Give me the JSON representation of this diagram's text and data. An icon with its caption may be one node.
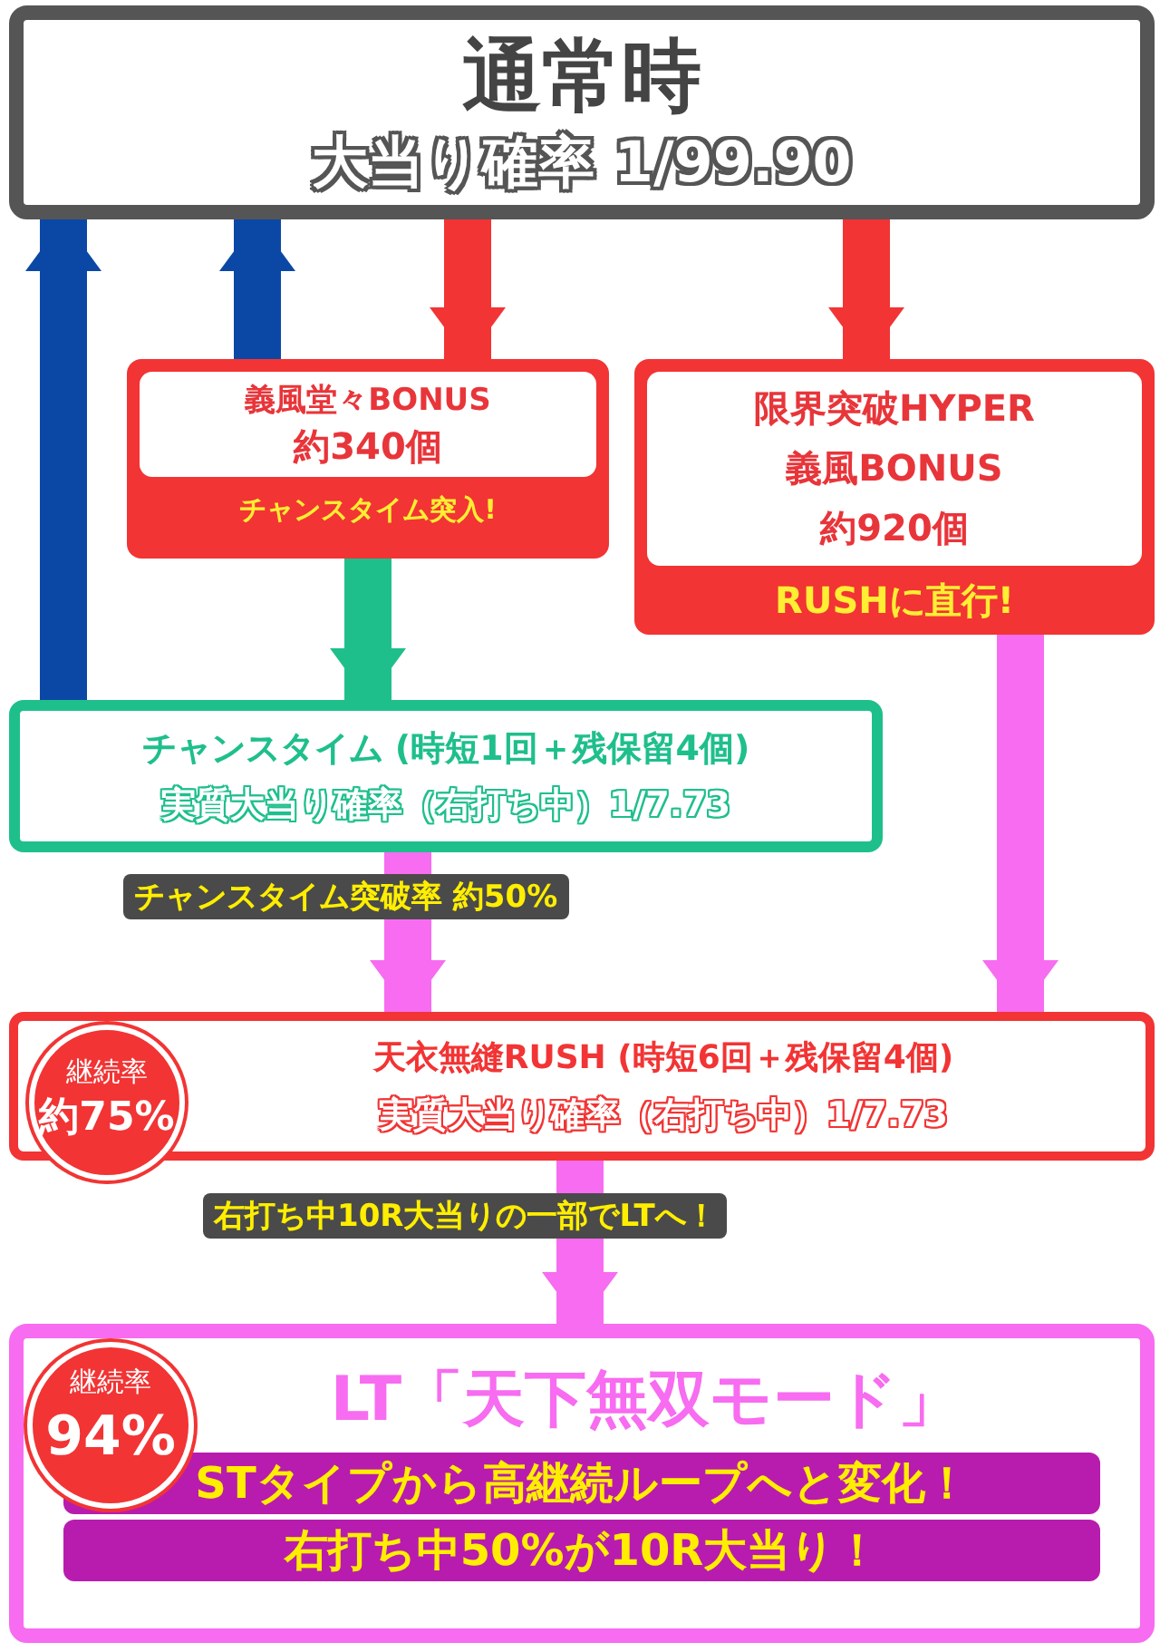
{
  "diagram": {
    "nodes": [
      {
        "text": [
          "通常時",
          "大当り確率 1/99.90"
        ]
      },
      {
        "text": [
          "義風堂々BONUS",
          "約340個",
          "チャンスタイム突入!"
        ]
      },
      {
        "text": [
          "限界突破HYPER",
          "義風BONUS",
          "約920個",
          "RUSHに直行!"
        ]
      },
      {
        "text": [
          "チャンスタイム (時短1回＋残保留4個)",
          "実質大当り確率（右打ち中）1/7.73"
        ]
      },
      {
        "text": [
          "天衣無縫RUSH (時短6回＋残保留4個)",
          "実質大当り確率（右打ち中）1/7.73"
        ]
      },
      {
        "text": [
          "継続率",
          "約75%"
        ],
        "in": 4
      },
      {
        "text": [
          "LT「天下無双モード」",
          "STタイプから高継続ループへと変化！",
          "右打ち中50%が10R大当り！"
        ]
      },
      {
        "text": [
          "継続率",
          "94%"
        ],
        "in": 6
      }
    ],
    "edges": [
      {
        "from": 3,
        "to": 0,
        "arrow": "to",
        "color": "#0b48a6"
      },
      {
        "from": 1,
        "to": 0,
        "arrow": "to",
        "color": "#0b48a6"
      },
      {
        "from": 0,
        "to": 1,
        "arrow": "to",
        "color": "#f23434"
      },
      {
        "from": 0,
        "to": 2,
        "arrow": "to",
        "color": "#f23434"
      },
      {
        "from": 1,
        "to": 3,
        "arrow": "to",
        "color": "#1fbf8c"
      },
      {
        "from": 3,
        "to": 4,
        "arrow": "to",
        "color": "#f76cf0",
        "label": "チャンスタイム突破率 約50%"
      },
      {
        "from": 2,
        "to": 4,
        "arrow": "to",
        "color": "#f76cf0"
      },
      {
        "from": 4,
        "to": 6,
        "arrow": "to",
        "color": "#f76cf0",
        "label": "右打ち中10R大当りの一部でLTへ！"
      }
    ]
  }
}
